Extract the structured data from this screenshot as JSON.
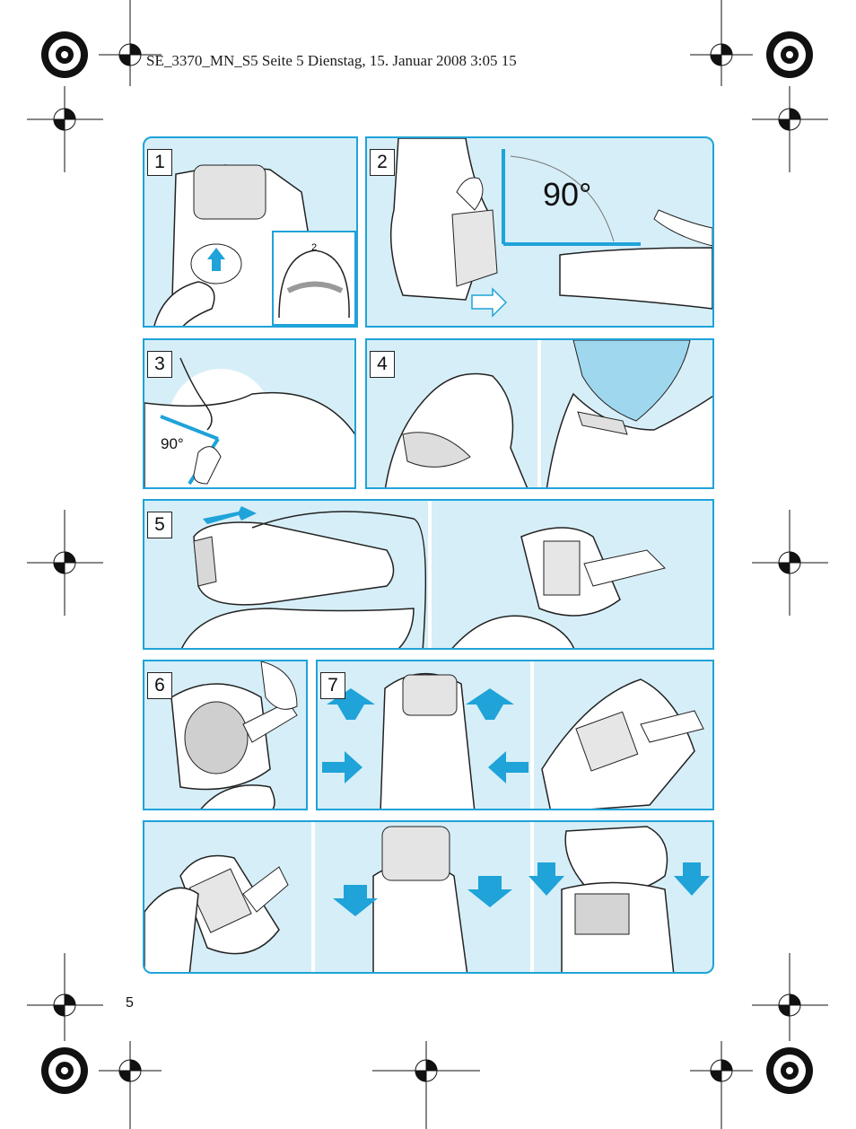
{
  "header": {
    "running_head": "SE_3370_MN_S5  Seite 5  Dienstag, 15. Januar 2008  3:05 15"
  },
  "page": {
    "number": "5"
  },
  "figures": [
    {
      "id": "fig1",
      "label": "1",
      "inset_label": "2"
    },
    {
      "id": "fig2",
      "label": "2",
      "angle": "90°"
    },
    {
      "id": "fig3",
      "label": "3",
      "angle": "90°"
    },
    {
      "id": "fig4",
      "label": "4"
    },
    {
      "id": "fig5",
      "label": "5"
    },
    {
      "id": "fig6",
      "label": "6"
    },
    {
      "id": "fig7",
      "label": "7"
    }
  ],
  "colors": {
    "accent": "#1fa3d9",
    "panel": "#d6eef7",
    "line": "#222222"
  }
}
